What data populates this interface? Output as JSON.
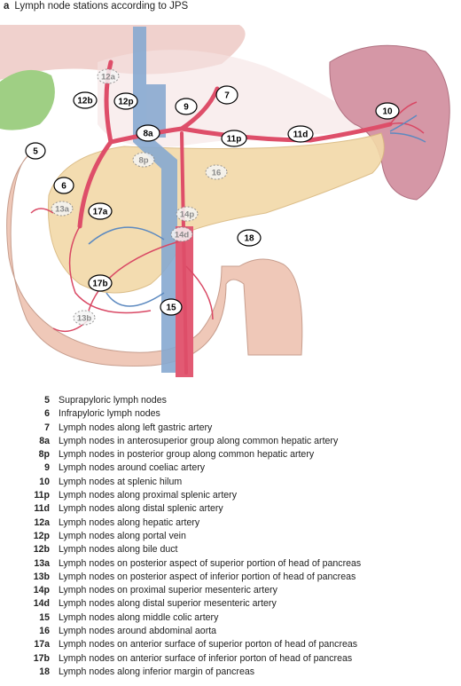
{
  "panel": {
    "letter": "a",
    "title": "Lymph node stations according to JPS"
  },
  "colors": {
    "pancreas": "#f1d6a4",
    "duodenum": "#efc4b4",
    "spleen": "#cf8f9f",
    "artery": "#e0506a",
    "vein": "#7ea4cc",
    "gallbladder": "#8cc57a",
    "liver": "#e8a9a2"
  },
  "diagram_labels": {
    "s5": "5",
    "s6": "6",
    "s7": "7",
    "s8a": "8a",
    "s8p": "8p",
    "s9": "9",
    "s10": "10",
    "s11p": "11p",
    "s11d": "11d",
    "s12a": "12a",
    "s12b": "12b",
    "s12p": "12p",
    "s13a": "13a",
    "s13b": "13b",
    "s14p": "14p",
    "s14d": "14d",
    "s15": "15",
    "s16": "16",
    "s17a": "17a",
    "s17b": "17b",
    "s18": "18"
  },
  "legend": [
    {
      "code": "5",
      "text": "Suprapyloric lymph nodes"
    },
    {
      "code": "6",
      "text": "Infrapyloric lymph nodes"
    },
    {
      "code": "7",
      "text": "Lymph nodes along left gastric artery"
    },
    {
      "code": "8a",
      "text": "Lymph nodes in anterosuperior group along common hepatic artery"
    },
    {
      "code": "8p",
      "text": "Lymph nodes in posterior group along common hepatic artery"
    },
    {
      "code": "9",
      "text": "Lymph nodes around coeliac artery"
    },
    {
      "code": "10",
      "text": "Lymph nodes at splenic hilum"
    },
    {
      "code": "11p",
      "text": "Lymph nodes along proximal splenic artery"
    },
    {
      "code": "11d",
      "text": "Lymph nodes along distal splenic artery"
    },
    {
      "code": "12a",
      "text": "Lymph nodes along hepatic artery"
    },
    {
      "code": "12p",
      "text": "Lymph nodes along portal vein"
    },
    {
      "code": "12b",
      "text": "Lymph nodes along bile duct"
    },
    {
      "code": "13a",
      "text": "Lymph nodes on posterior aspect of superior portion of head of pancreas"
    },
    {
      "code": "13b",
      "text": "Lymph nodes on posterior aspect of inferior portion of head of pancreas"
    },
    {
      "code": "14p",
      "text": "Lymph nodes on proximal superior mesenteric artery"
    },
    {
      "code": "14d",
      "text": "Lymph nodes along distal superior mesenteric artery"
    },
    {
      "code": "15",
      "text": "Lymph nodes along middle colic artery"
    },
    {
      "code": "16",
      "text": "Lymph nodes around abdominal aorta"
    },
    {
      "code": "17a",
      "text": "Lymph nodes on anterior surface of superior porton of head of pancreas"
    },
    {
      "code": "17b",
      "text": "Lymph nodes on anterior surface of inferior porton of head of pancreas"
    },
    {
      "code": "18",
      "text": "Lymph nodes along inferior margin of pancreas"
    }
  ]
}
